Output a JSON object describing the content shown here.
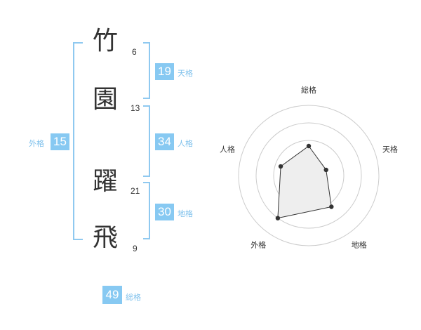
{
  "name": {
    "chars": [
      {
        "char": "竹",
        "strokes": "6"
      },
      {
        "char": "園",
        "strokes": "13"
      },
      {
        "char": "躍",
        "strokes": "21"
      },
      {
        "char": "飛",
        "strokes": "9"
      }
    ]
  },
  "scores": {
    "tenkaku": {
      "value": "19",
      "label": "天格"
    },
    "jinkaku": {
      "value": "34",
      "label": "人格"
    },
    "chikaku": {
      "value": "30",
      "label": "地格"
    },
    "gaikaku": {
      "value": "15",
      "label": "外格"
    },
    "soukaku": {
      "value": "49",
      "label": "総格"
    }
  },
  "chart_data": {
    "type": "radar",
    "axes": [
      "総格",
      "天格",
      "地格",
      "外格",
      "人格"
    ],
    "rings": 4,
    "values": [
      0.42,
      0.26,
      0.55,
      0.75,
      0.42
    ],
    "colors": {
      "fill": "#eeeeee",
      "stroke": "#333333",
      "grid": "#cccccc"
    }
  }
}
